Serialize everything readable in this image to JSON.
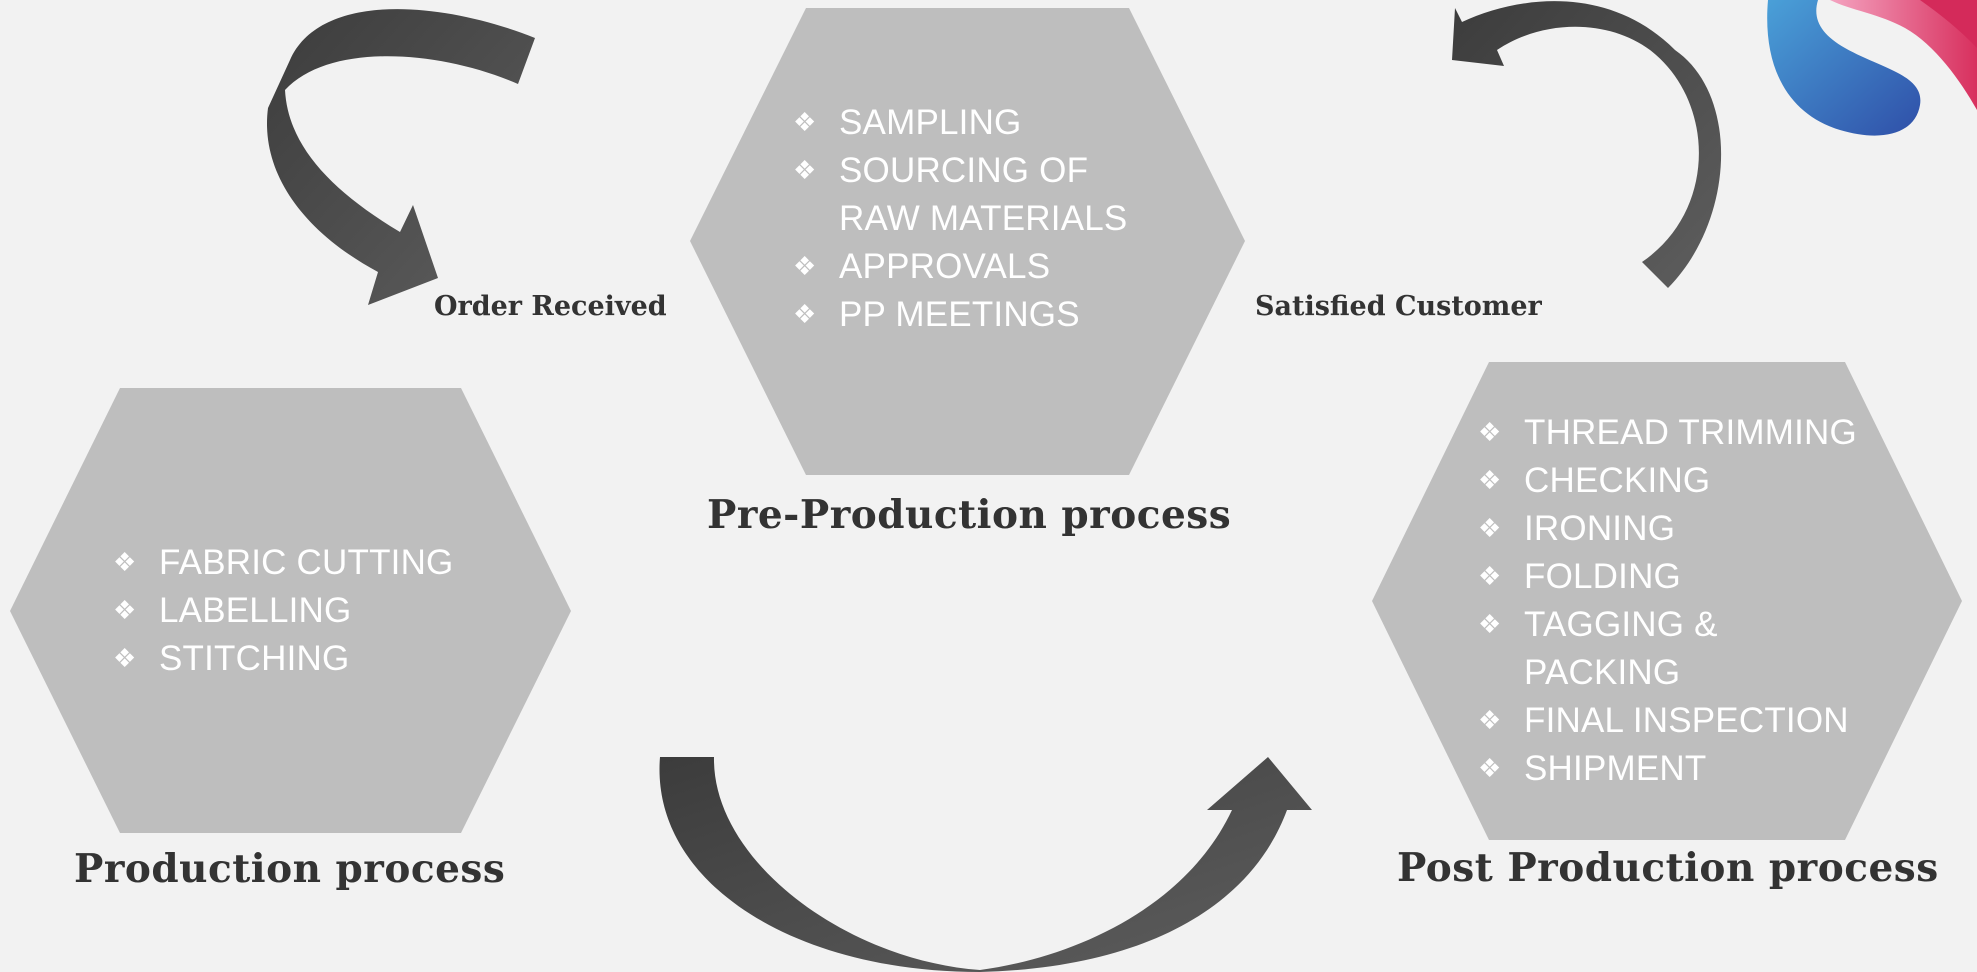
{
  "colors": {
    "background": "#f2f2f2",
    "hexagon": "#bebebe",
    "arrow": "#4a4a4a",
    "text_dark": "#333333",
    "text_light": "#ffffff",
    "logo_blue": "#3b6fc4",
    "logo_pink": "#e0507a"
  },
  "icons": {
    "bullet": "❖",
    "bullet_name": "diamond-bullet-icon",
    "logo_name": "brand-logo-icon"
  },
  "stages": {
    "pre_production": {
      "title": "Pre-Production process",
      "items": [
        "SAMPLING",
        "SOURCING OF RAW MATERIALS",
        "APPROVALS",
        "PP MEETINGS"
      ]
    },
    "production": {
      "title": "Production process",
      "items": [
        "FABRIC CUTTING",
        "LABELLING",
        "STITCHING"
      ]
    },
    "post_production": {
      "title": "Post Production process",
      "items": [
        "THREAD TRIMMING",
        "CHECKING",
        "IRONING",
        "FOLDING",
        "TAGGING & PACKING",
        "FINAL INSPECTION",
        "SHIPMENT"
      ]
    }
  },
  "labels": {
    "order_received": "Order Received",
    "satisfied_customer": "Satisfied Customer"
  }
}
